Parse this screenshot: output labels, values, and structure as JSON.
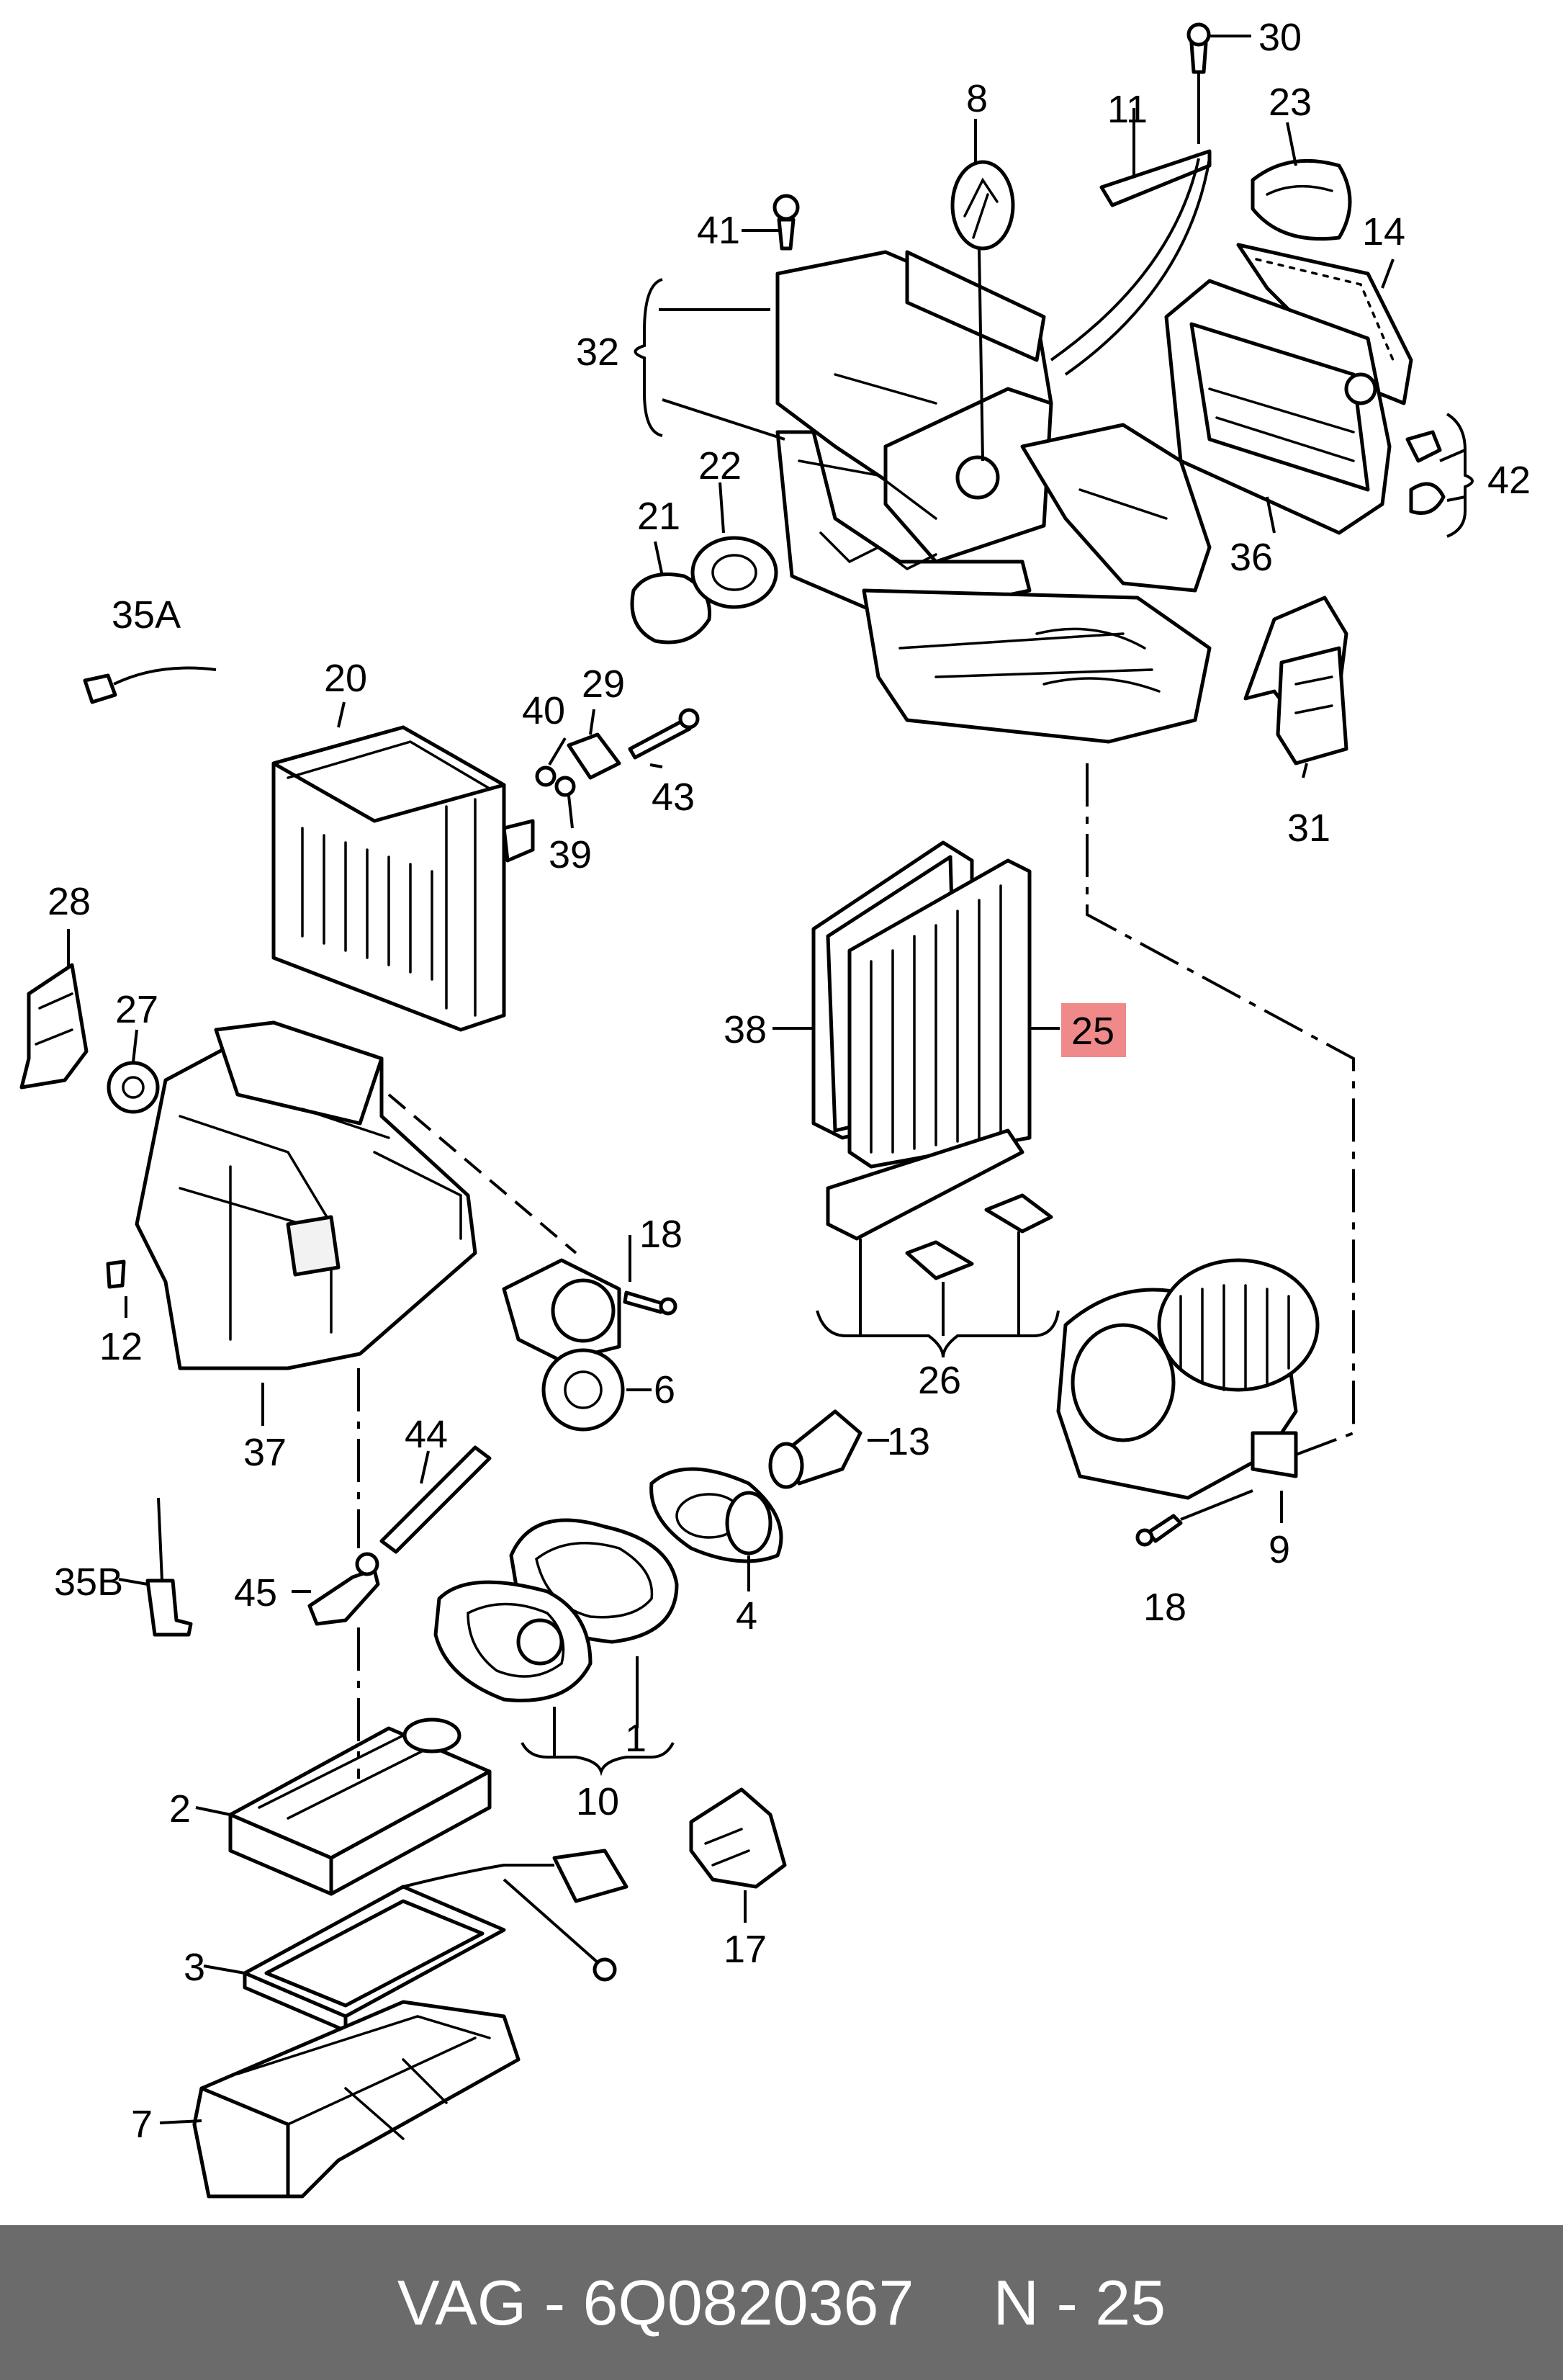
{
  "callouts": {
    "c1": "1",
    "c2": "2",
    "c3": "3",
    "c4": "4",
    "c6": "6",
    "c7": "7",
    "c8": "8",
    "c9": "9",
    "c10": "10",
    "c11": "11",
    "c12": "12",
    "c13": "13",
    "c14": "14",
    "c17": "17",
    "c18a": "18",
    "c18b": "18",
    "c20": "20",
    "c21": "21",
    "c22": "22",
    "c23": "23",
    "c25": "25",
    "c26": "26",
    "c27": "27",
    "c28": "28",
    "c29": "29",
    "c30": "30",
    "c31": "31",
    "c32": "32",
    "c35a": "35A",
    "c35b": "35B",
    "c36": "36",
    "c37": "37",
    "c38": "38",
    "c39": "39",
    "c40": "40",
    "c41": "41",
    "c42": "42",
    "c43": "43",
    "c44": "44",
    "c45": "45"
  },
  "highlight": {
    "callout": "25",
    "color": "#f08a8a"
  },
  "footer": {
    "brand": "VAG",
    "separator": "-",
    "part_number": "6Q0820367",
    "position_label": "N - 25",
    "background": "#6b6b6b"
  }
}
